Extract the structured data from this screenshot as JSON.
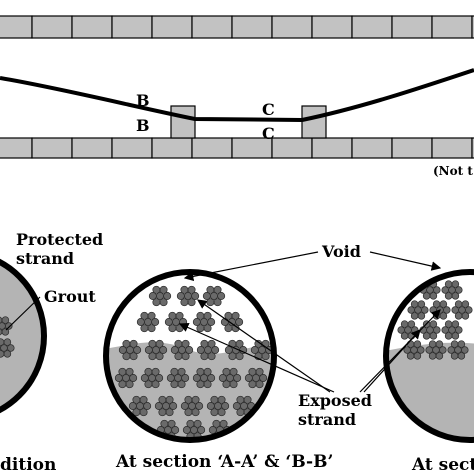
{
  "labels": {
    "b_upper": "B",
    "b_lower": "B",
    "c_upper": "C",
    "c_lower": "C",
    "not_to_scale": "(Not t",
    "protected_strand_line1": "Protected",
    "protected_strand_line2": "strand",
    "grout": "Grout",
    "void": "Void",
    "exposed_strand_line1": "Exposed",
    "exposed_strand_line2": "strand",
    "caption_left": "dition",
    "caption_middle": "At section ‘A-A’ & ‘B-B’",
    "caption_right": "At secti"
  },
  "colors": {
    "duct_fill": "#c2c2c2",
    "grout_fill": "#b4b4b4",
    "strand_fill": "#6a6a6a",
    "outline": "#000000"
  },
  "icons": [
    "strand-bundle-icon",
    "arrow-icon"
  ]
}
